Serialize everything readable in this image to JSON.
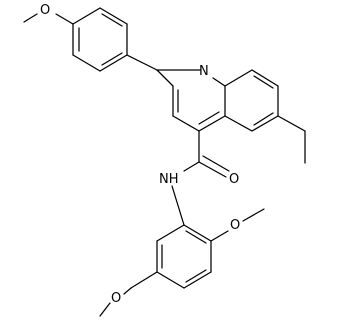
{
  "molecule": {
    "atoms": {
      "quinoline_n": "N",
      "amide_o": "O",
      "amide_nh": "NH",
      "methoxy_o_top": "O",
      "methoxy_o_right": "O",
      "methoxy_o_bottom": "O"
    },
    "colors": {
      "bond": "#000000",
      "label": "#000000",
      "background": "#ffffff"
    }
  }
}
